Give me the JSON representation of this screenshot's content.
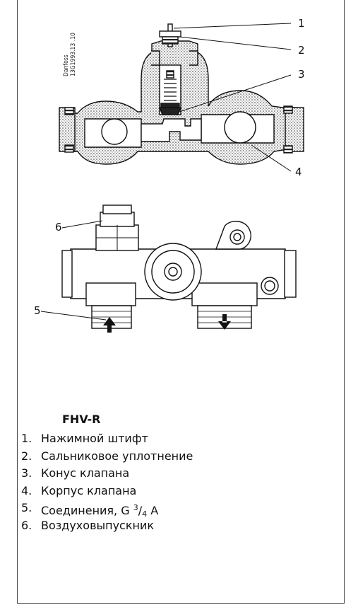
{
  "figure": {
    "maker_code": [
      "Danfoss",
      "13G1993.13 .10"
    ],
    "callouts": [
      "1",
      "2",
      "3",
      "4",
      "5",
      "6"
    ]
  },
  "legend": {
    "title": "FHV-R",
    "items": [
      {
        "num": "1.",
        "text": "Нажимной штифт"
      },
      {
        "num": "2.",
        "text": "Сальниковое уплотнение"
      },
      {
        "num": "3.",
        "text": "Конус клапана"
      },
      {
        "num": "4.",
        "text": "Корпус клапана"
      },
      {
        "num": "5.",
        "text_before": "Соединения, G ",
        "sup": "3",
        "slash": "/",
        "sub": "4",
        "text_after": " A"
      },
      {
        "num": "6.",
        "text": "Воздуховыпускник"
      }
    ]
  }
}
